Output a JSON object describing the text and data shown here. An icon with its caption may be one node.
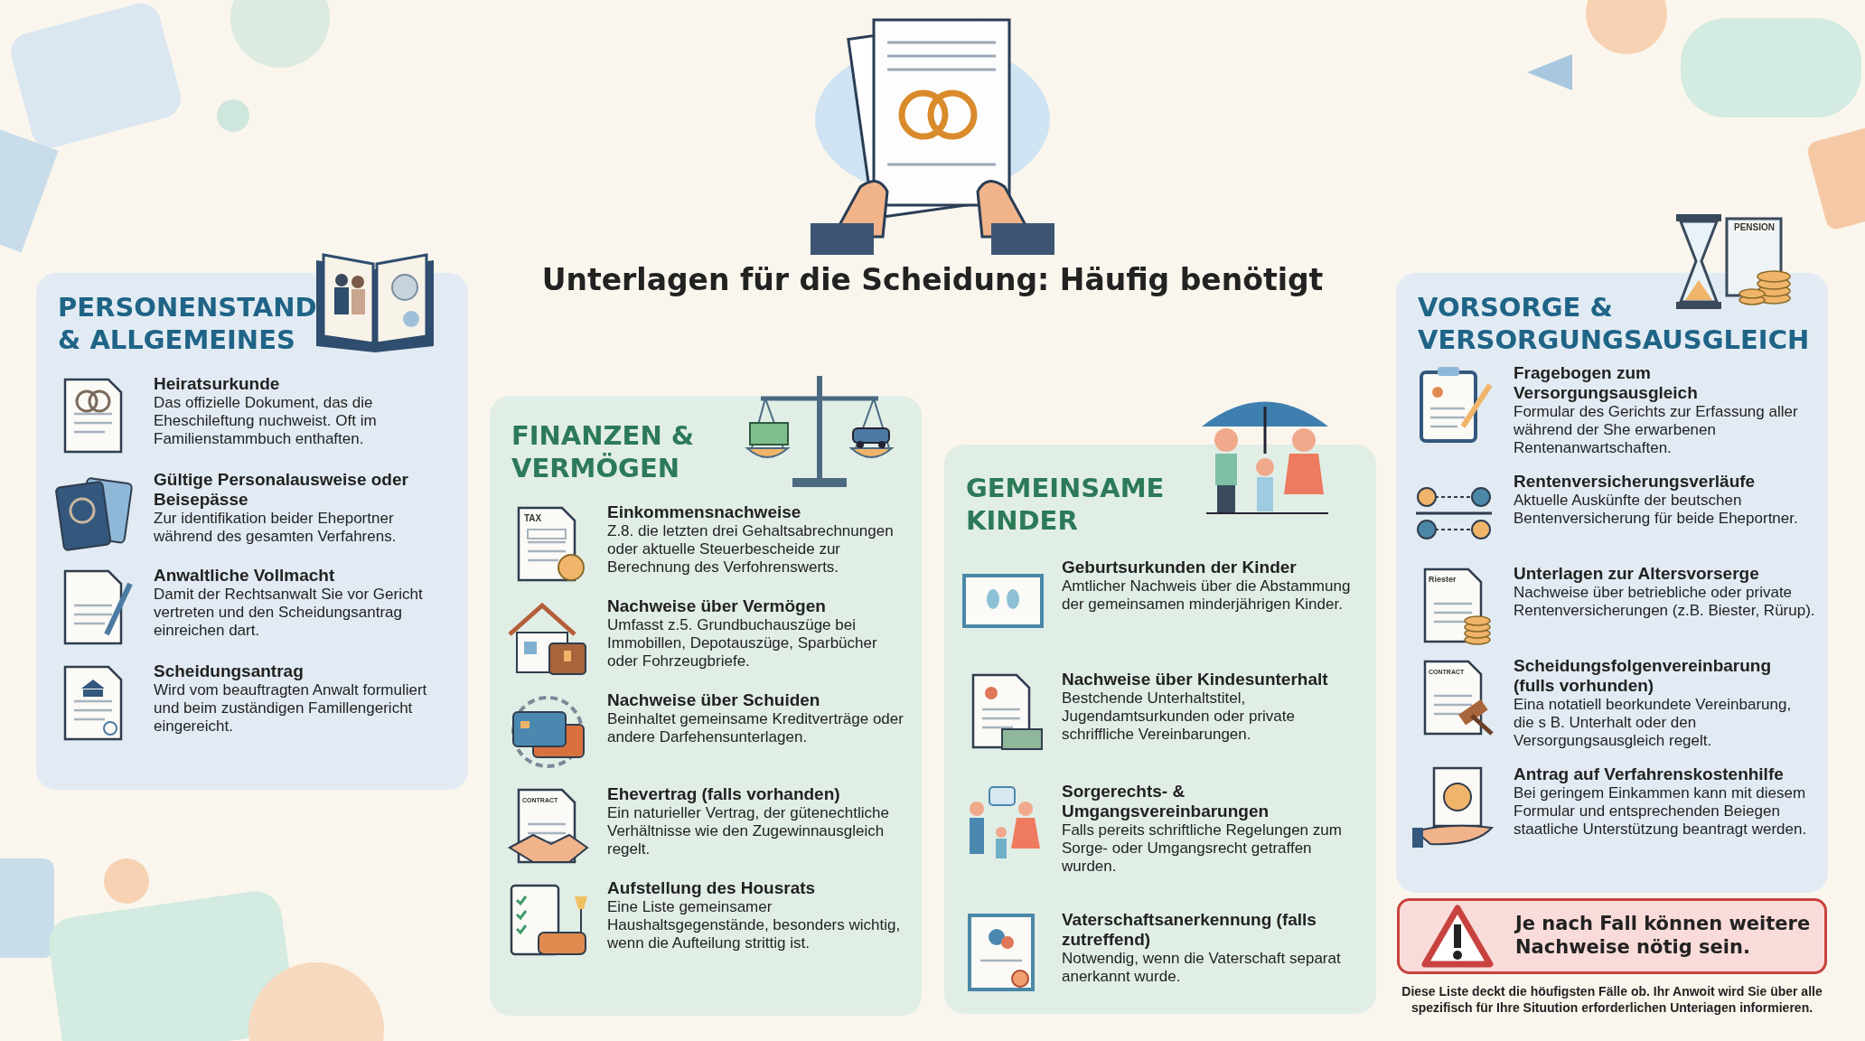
{
  "diagram": {
    "title": "Unterlagen für die Scheidung: Häufig benötigt",
    "caption": "Diese Liste deckt die höufigsten Fälle ob. Ihr Anwoit wird Sie über alle spezifisch für Ihre Situution erforderlichen Unteriagen informieren.",
    "nodes": [
      {
        "text": [
          "PERSONENSTAND & ALLGEMEINES"
        ]
      },
      {
        "text": [
          "Heiratsurkunde",
          "Das offizielle Dokument, das die Eheschileftung nuchweist. Oft im Familienstammbuch enthaften."
        ],
        "in": 0
      },
      {
        "text": [
          "Gültige Personalausweise oder Beisepässe",
          "Zur identifikation beider Eheportner während des gesamten Verfahrens."
        ],
        "in": 0
      },
      {
        "text": [
          "Anwaltliche Vollmacht",
          "Damit der Rechtsanwalt Sie vor Gericht vertreten und den Scheidungsantrag einreichen dart."
        ],
        "in": 0
      },
      {
        "text": [
          "Scheidungsantrag",
          "Wird vom beauftragten Anwalt formuliert und beim zuständigen Famillengericht eingereicht."
        ],
        "in": 0
      },
      {
        "text": [
          "FINANZEN & VERMÖGEN"
        ]
      },
      {
        "text": [
          "Einkommensnachweise",
          "Z.8. die letzten drei Gehaltsabrechnungen oder aktuelle Steuerbescheide zur Berechnung des Verfohrenswerts."
        ],
        "in": 5
      },
      {
        "text": [
          "Nachweise über Vermögen",
          "Umfasst z.5. Grundbuchauszüge bei Immobillen, Depotauszüge, Sparbücher oder Fohrzeugbriefe."
        ],
        "in": 5
      },
      {
        "text": [
          "Nachweise über Schuiden",
          "Beinhaltet gemeinsame Kreditverträge oder andere Darfehensunterlagen."
        ],
        "in": 5
      },
      {
        "text": [
          "Ehevertrag (falls vorhanden)",
          "Ein naturieller Vertrag, der gütenechtliche Verhältnisse wie den Zugewinnausgleich regelt."
        ],
        "in": 5
      },
      {
        "text": [
          "Aufstellung des Housrats",
          "Eine Liste gemeinsamer Haushaltsgegenstände, besonders wichtig, wenn die Aufteilung strittig ist."
        ],
        "in": 5
      },
      {
        "text": [
          "GEMEINSAME KINDER"
        ]
      },
      {
        "text": [
          "Geburtsurkunden der Kinder",
          "Amtlicher Nachweis über die Abstammung der gemeinsamen minderjährigen Kinder."
        ],
        "in": 11
      },
      {
        "text": [
          "Nachweise über Kindesunterhalt",
          "Bestchende Unterhaltstitel, Jugendamtsurkunden oder private schriffliche Vereinbarungen."
        ],
        "in": 11
      },
      {
        "text": [
          "Sorgerechts- & Umgangsvereinbarungen",
          "Falls pereits schriftliche Regelungen zum Sorge- oder Umgangsrecht getraffen wurden."
        ],
        "in": 11
      },
      {
        "text": [
          "Vaterschaftsanerkennung (falls zutreffend)",
          "Notwendig, wenn die Vaterschaft separat anerkannt wurde."
        ],
        "in": 11
      },
      {
        "text": [
          "VORSORGE & VERSORGUNGSAUSGLEICH"
        ]
      },
      {
        "text": [
          "Fragebogen zum Versorgungsausgleich",
          "Formular des Gerichts zur Erfassung aller während der She erwarbenen Rentenanwartschaften."
        ],
        "in": 16
      },
      {
        "text": [
          "Rentenversicherungsverläufe",
          "Aktuelle Auskünfte der beutschen Bentenversicherung für beide Eheportner."
        ],
        "in": 16
      },
      {
        "text": [
          "Unterlagen zur Altersvorserge",
          "Nachweise über betriebliche oder private Rentenversicherungen (z.B. Biester, Rürup)."
        ],
        "in": 16
      },
      {
        "text": [
          "Scheidungsfolgenvereinbarung (fulls vorhunden)",
          "Eina notatiell beorkundete Vereinbarung, die s B. Unterhalt oder den Versorgungsausgleich regelt."
        ],
        "in": 16
      },
      {
        "text": [
          "Antrag auf Verfahrenskostenhilfe",
          "Bei geringem Einkammen kann mit diesem Formular und entsprechenden Beiegen staatliche Unterstützung beantragt werden."
        ],
        "in": 16
      },
      {
        "text": [
          "Je nach Fall können weitere Nachweise nötig sein."
        ]
      }
    ],
    "edges": [],
    "labels": [
      "TAX",
      "CONTRACT",
      "PENSION",
      "Riester",
      "CONTRACT"
    ]
  }
}
